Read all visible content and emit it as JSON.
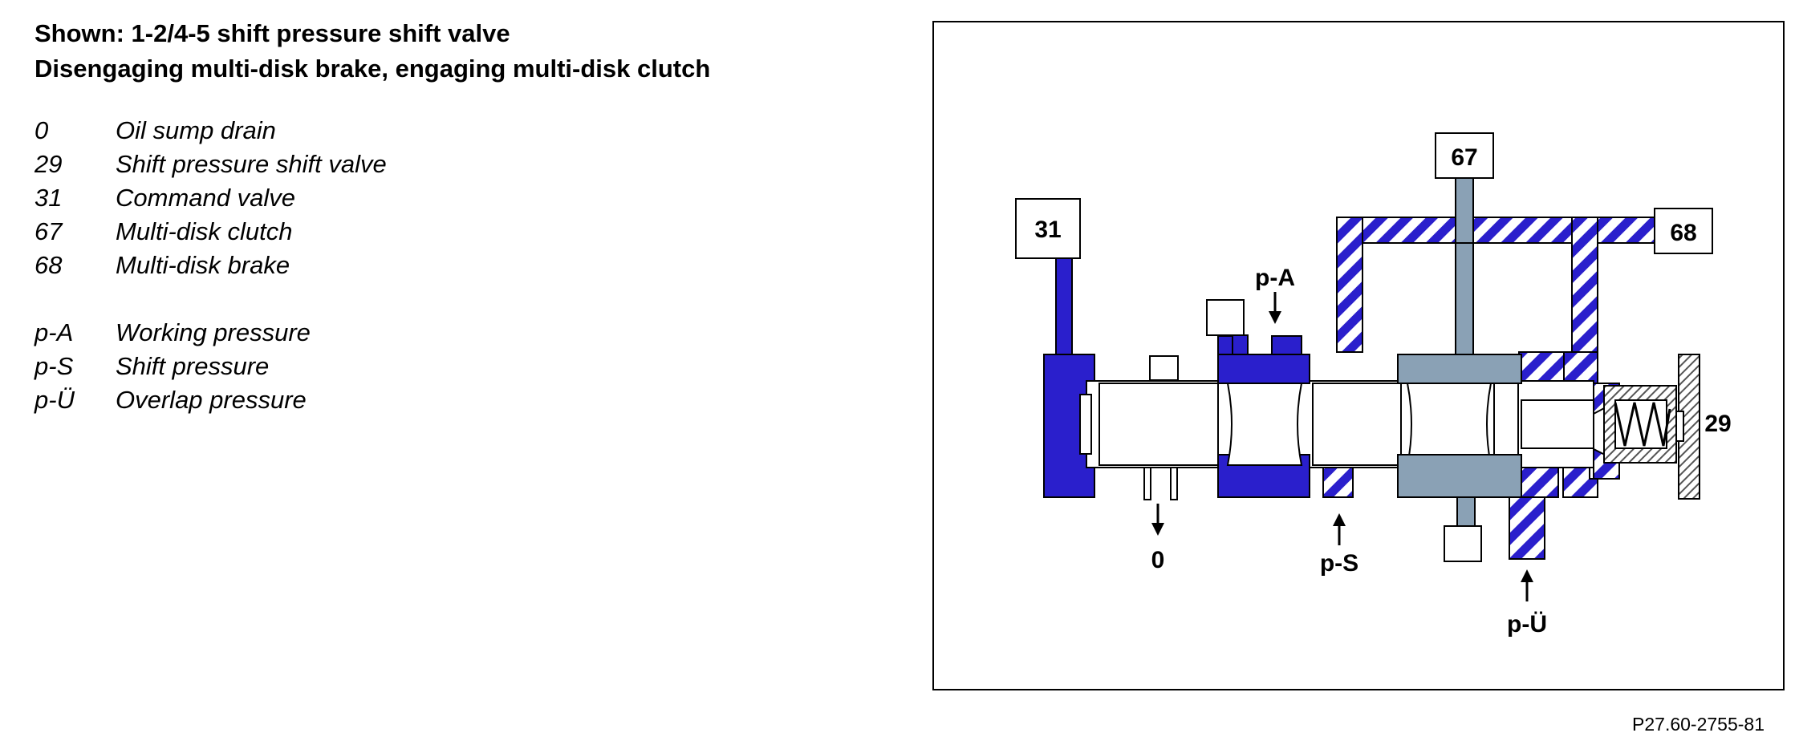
{
  "title": {
    "line1": "Shown: 1-2/4-5 shift pressure shift valve",
    "line2": "Disengaging multi-disk brake, engaging multi-disk clutch"
  },
  "legend": [
    {
      "code": "0",
      "desc": "Oil sump drain"
    },
    {
      "code": "29",
      "desc": "Shift pressure shift valve"
    },
    {
      "code": "31",
      "desc": "Command valve"
    },
    {
      "code": "67",
      "desc": "Multi-disk clutch"
    },
    {
      "code": "68",
      "desc": "Multi-disk brake"
    },
    {
      "code": "p-A",
      "desc": "Working pressure"
    },
    {
      "code": "p-S",
      "desc": "Shift pressure"
    },
    {
      "code": "p-Ü",
      "desc": "Overlap pressure"
    }
  ],
  "diagram": {
    "labels": {
      "l31": "31",
      "l67": "67",
      "l68": "68",
      "l29": "29",
      "pA": "p-A",
      "pS": "p-S",
      "pU": "p-Ü",
      "zero": "0"
    },
    "colors": {
      "working_pressure": "#2a1fcc",
      "clutch_pressure": "#8aa1b5",
      "hatch_stripe": "#2a1fcc"
    }
  },
  "reference": "P27.60-2755-81"
}
